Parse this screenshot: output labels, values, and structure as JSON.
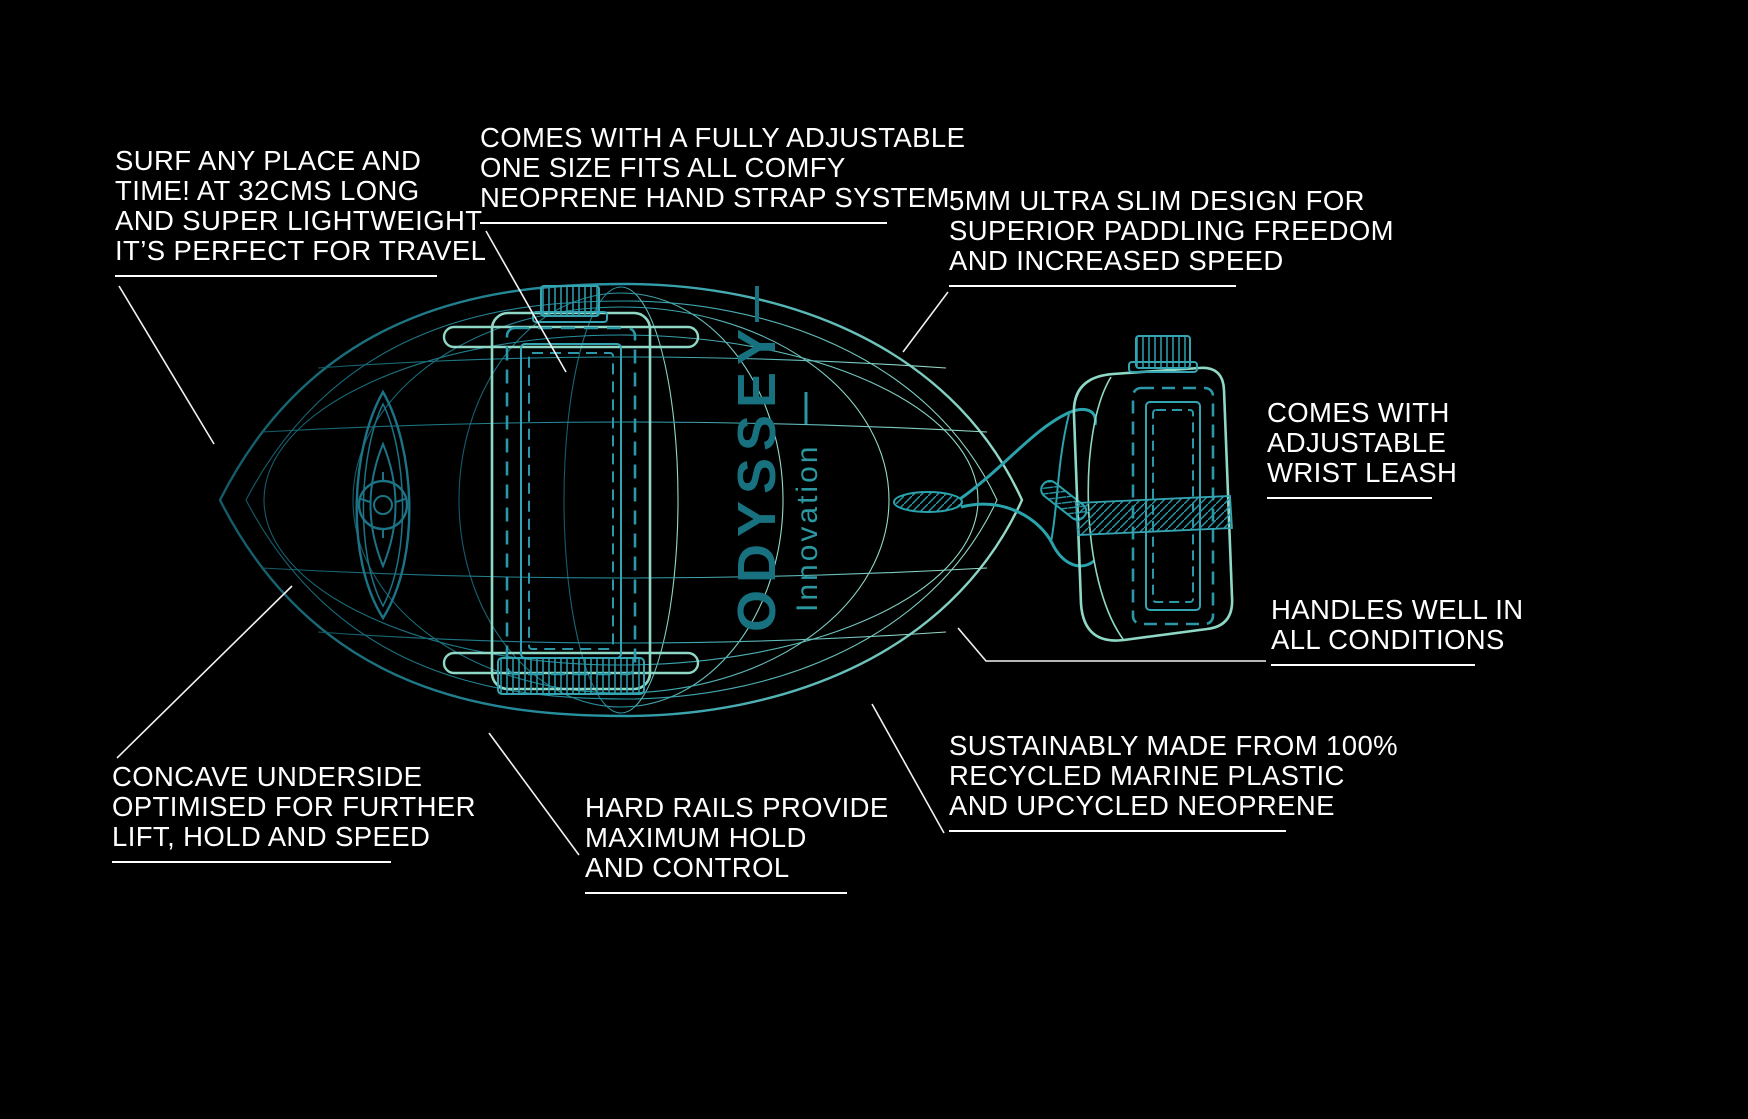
{
  "brand": {
    "name": "ODYSSEY",
    "tagline": "Innovation"
  },
  "annotations": {
    "travel": "SURF ANY PLACE AND\nTIME! AT 32CMS LONG\nAND SUPER LIGHTWEIGHT\nIT’S PERFECT FOR TRAVEL",
    "hand_strap": "COMES WITH A FULLY ADJUSTABLE\nONE SIZE FITS ALL COMFY\nNEOPRENE HAND STRAP SYSTEM",
    "slim_design": "5MM ULTRA SLIM DESIGN FOR\nSUPERIOR PADDLING FREEDOM\nAND INCREASED SPEED",
    "wrist_leash": "COMES WITH\nADJUSTABLE\nWRIST LEASH",
    "handles": "HANDLES WELL IN\nALL CONDITIONS",
    "sustainable": "SUSTAINABLY MADE FROM 100%\nRECYCLED MARINE PLASTIC\nAND UPCYCLED NEOPRENE",
    "hard_rails": "HARD RAILS PROVIDE\nMAXIMUM HOLD\nAND CONTROL",
    "concave": "CONCAVE UNDERSIDE\nOPTIMISED FOR FURTHER\nLIFT, HOLD AND SPEED"
  },
  "colors": {
    "background": "#000000",
    "text": "#ffffff",
    "teal_dark": "#145a68",
    "teal": "#2a98a8",
    "teal_light": "#97dcc8",
    "leader_line": "#f2f2f2"
  }
}
